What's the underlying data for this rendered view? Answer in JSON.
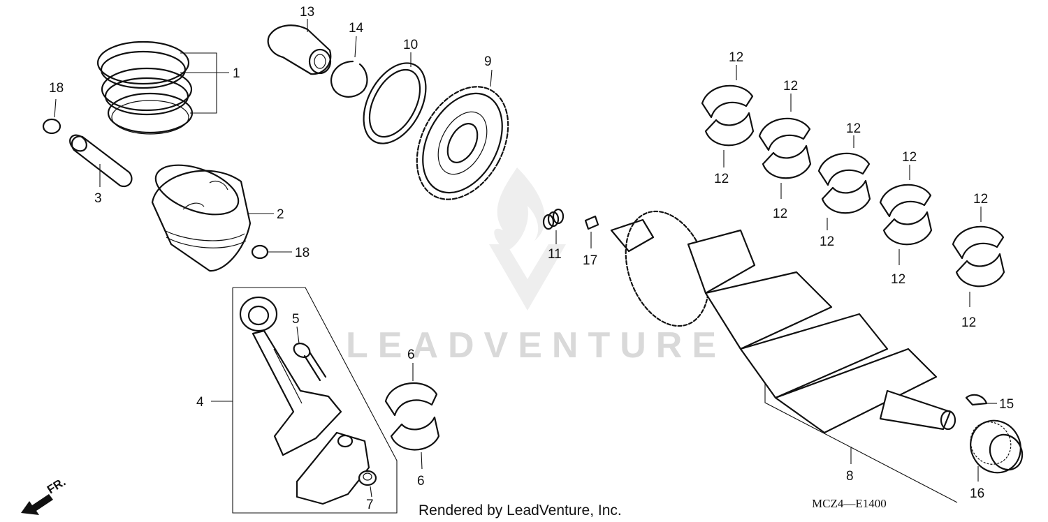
{
  "watermark": {
    "brand": "LEADVENTURE"
  },
  "footer": {
    "credit": "Rendered by LeadVenture, Inc.",
    "diagram_code": "MCZ4—E1400",
    "direction_label": "FR."
  },
  "callouts": {
    "ring_set": "1",
    "piston": "2",
    "piston_pin": "3",
    "connecting_rod": "4",
    "rod_bolt": "5",
    "rod_bearing": "6",
    "rod_nut": "7",
    "crankshaft": "8",
    "sprocket": "9",
    "thrust_washer": "10",
    "spring": "11",
    "main_bearing": "12",
    "needle_bearing": "13",
    "circlip": "14",
    "key": "15",
    "end_bearing": "16",
    "dowel": "17",
    "pin_clip": "18"
  },
  "icons": {
    "direction": "arrow-icon",
    "watermark": "flame-logo-icon"
  },
  "colors": {
    "line": "#111111",
    "watermark": "#d9d9d9"
  }
}
